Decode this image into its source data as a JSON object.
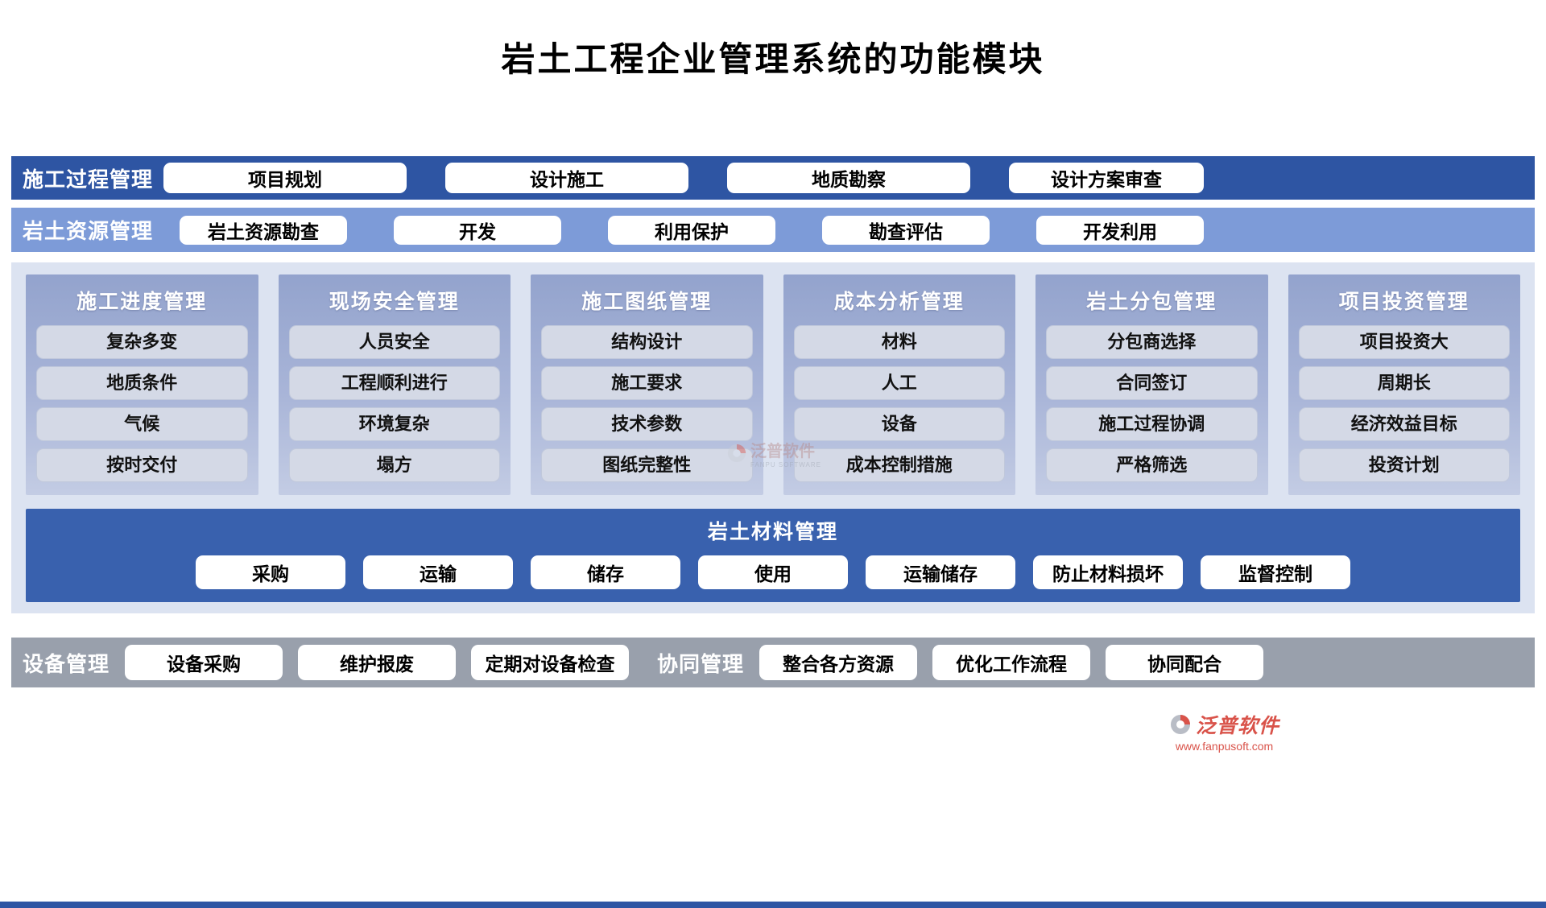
{
  "title": "岩土工程企业管理系统的功能模块",
  "process_row": {
    "label": "施工过程管理",
    "items": [
      "项目规划",
      "设计施工",
      "地质勘察",
      "设计方案审查"
    ]
  },
  "resource_row": {
    "label": "岩土资源管理",
    "items": [
      "岩土资源勘查",
      "开发",
      "利用保护",
      "勘查评估",
      "开发利用"
    ]
  },
  "columns": [
    {
      "title": "施工进度管理",
      "items": [
        "复杂多变",
        "地质条件",
        "气候",
        "按时交付"
      ]
    },
    {
      "title": "现场安全管理",
      "items": [
        "人员安全",
        "工程顺利进行",
        "环境复杂",
        "塌方"
      ]
    },
    {
      "title": "施工图纸管理",
      "items": [
        "结构设计",
        "施工要求",
        "技术参数",
        "图纸完整性"
      ]
    },
    {
      "title": "成本分析管理",
      "items": [
        "材料",
        "人工",
        "设备",
        "成本控制措施"
      ]
    },
    {
      "title": "岩土分包管理",
      "items": [
        "分包商选择",
        "合同签订",
        "施工过程协调",
        "严格筛选"
      ]
    },
    {
      "title": "项目投资管理",
      "items": [
        "项目投资大",
        "周期长",
        "经济效益目标",
        "投资计划"
      ]
    }
  ],
  "material_band": {
    "title": "岩土材料管理",
    "items": [
      "采购",
      "运输",
      "储存",
      "使用",
      "运输储存",
      "防止材料损坏",
      "监督控制"
    ]
  },
  "bottom_row": {
    "groups": [
      {
        "label": "设备管理",
        "items": [
          "设备采购",
          "维护报废",
          "定期对设备检查"
        ]
      },
      {
        "label": "协同管理",
        "items": [
          "整合各方资源",
          "优化工作流程",
          "协同配合"
        ]
      }
    ]
  },
  "watermark": {
    "text": "泛普软件",
    "subtext": "FANPU SOFTWARE"
  },
  "logo": {
    "brand": "泛普软件",
    "website": "www.fanpusoft.com"
  },
  "colors": {
    "dark_blue_band": "#2e55a3",
    "light_blue_band": "#7d9bd8",
    "section_background": "#dce3f1",
    "column_gradient_top": "#93a3cd",
    "column_gradient_bottom": "#c3cce4",
    "node_background": "#d4d9e6",
    "material_band_blue": "#3961ae",
    "bottom_band_gray": "#99a0ac",
    "logo_red": "#d9534a"
  }
}
